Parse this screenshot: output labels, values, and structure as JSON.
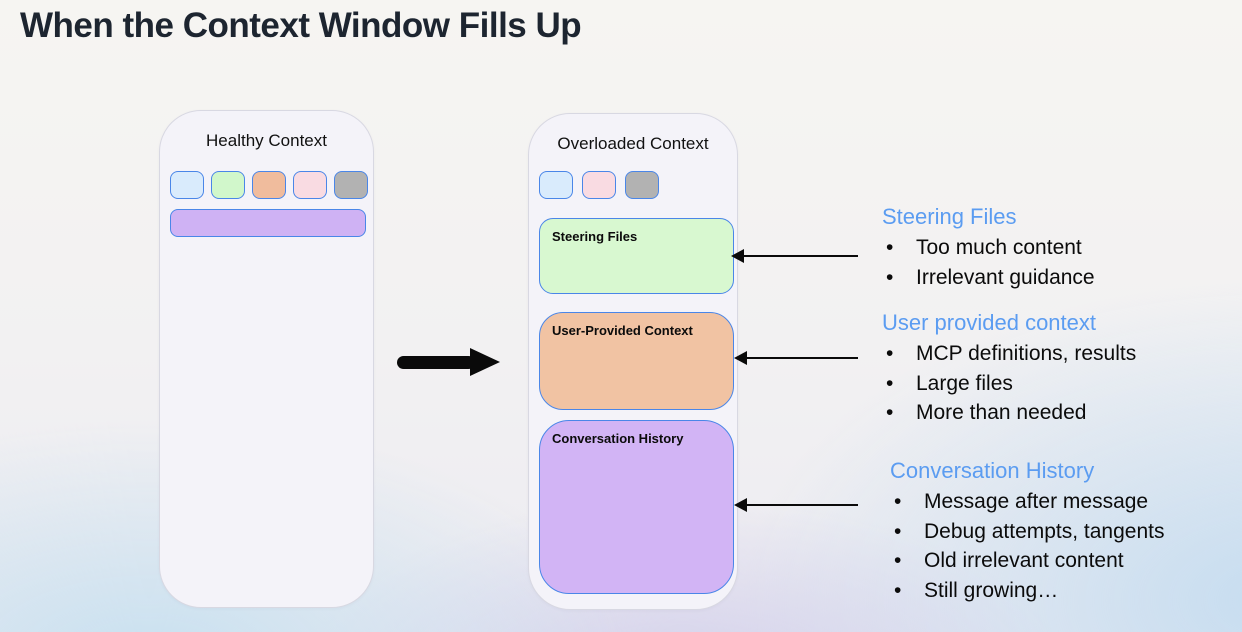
{
  "title": "When the Context Window Fills Up",
  "colors": {
    "title_color": "#1d2530",
    "chip_border": "#4a86e8",
    "panel_border": "#d8d8e2",
    "heading_blue": "#5b9cf1"
  },
  "healthy_panel": {
    "label": "Healthy Context",
    "chips": [
      "#d9ebfc",
      "#d1f7cb",
      "#f0bc9d",
      "#f9dbe2",
      "#b2b2b2"
    ],
    "bar_color": "#cfb2f4"
  },
  "overloaded_panel": {
    "label": "Overloaded Context",
    "chips": [
      "#d9ebfc",
      "#f9dbe2",
      "#b2b2b2"
    ],
    "boxes": [
      {
        "label": "Steering Files",
        "color": "#d8f8d0"
      },
      {
        "label": "User-Provided Context",
        "color": "#f1c3a3"
      },
      {
        "label": "Conversation History",
        "color": "#d2b4f5"
      }
    ]
  },
  "annotations": [
    {
      "heading": "Steering Files",
      "bullets": [
        "Too much content",
        "Irrelevant guidance"
      ]
    },
    {
      "heading": "User provided context",
      "bullets": [
        "MCP definitions, results",
        "Large files",
        "More than needed"
      ]
    },
    {
      "heading": "Conversation History",
      "bullets": [
        "Message after message",
        "Debug attempts, tangents",
        "Old irrelevant content",
        "Still growing…"
      ]
    }
  ]
}
